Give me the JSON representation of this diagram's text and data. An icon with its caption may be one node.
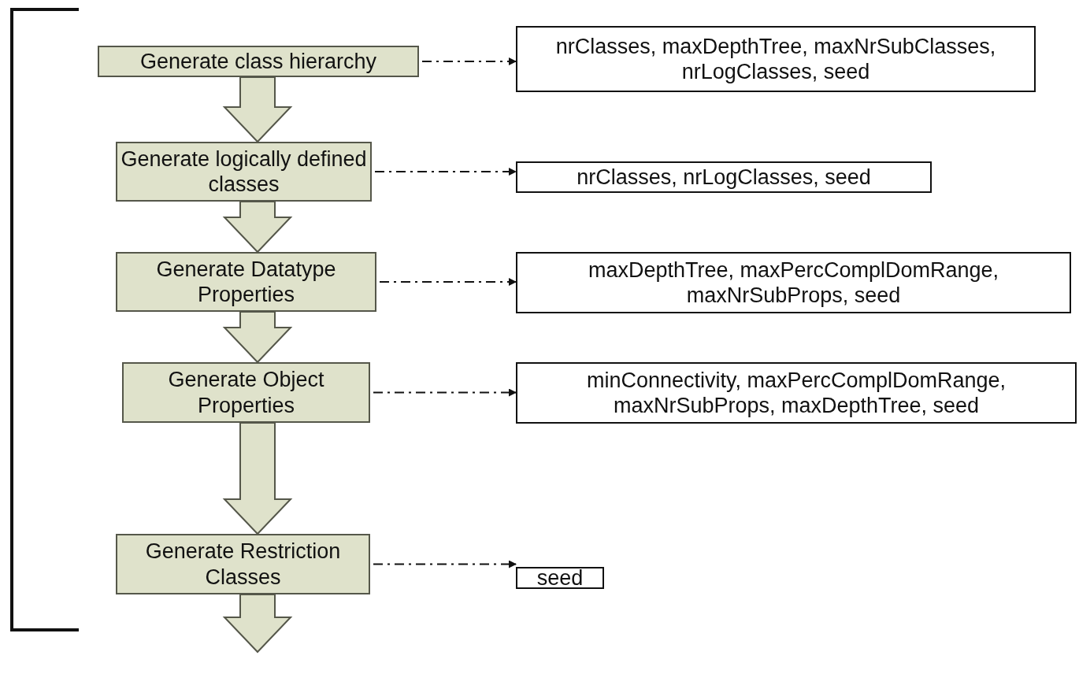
{
  "diagram": {
    "nodes": [
      {
        "text": [
          "Generate class hierarchy"
        ]
      },
      {
        "text": [
          "Generate logically defined classes"
        ]
      },
      {
        "text": [
          "Generate Datatype Properties"
        ]
      },
      {
        "text": [
          "Generate Object Properties"
        ]
      },
      {
        "text": [
          "Generate Restriction Classes"
        ]
      },
      {
        "text": [
          "nrClasses, maxDepthTree, maxNrSubClasses, nrLogClasses, seed"
        ]
      },
      {
        "text": [
          "nrClasses, nrLogClasses, seed"
        ]
      },
      {
        "text": [
          "maxDepthTree, maxPercComplDomRange, maxNrSubProps, seed"
        ]
      },
      {
        "text": [
          "minConnectivity, maxPercComplDomRange, maxNrSubProps, maxDepthTree, seed"
        ]
      },
      {
        "text": [
          "seed"
        ]
      }
    ],
    "edges": [
      {
        "from": 0,
        "to": 1,
        "arrow": "to",
        "style": "thick"
      },
      {
        "from": 1,
        "to": 2,
        "arrow": "to",
        "style": "thick"
      },
      {
        "from": 2,
        "to": 3,
        "arrow": "to",
        "style": "thick"
      },
      {
        "from": 3,
        "to": 4,
        "arrow": "to",
        "style": "thick"
      },
      {
        "from": 4,
        "to": null,
        "arrow": "to",
        "style": "thick"
      },
      {
        "from": 0,
        "to": 5,
        "arrow": "to",
        "style": "dashed"
      },
      {
        "from": 1,
        "to": 6,
        "arrow": "to",
        "style": "dashed"
      },
      {
        "from": 2,
        "to": 7,
        "arrow": "to",
        "style": "dashed"
      },
      {
        "from": 3,
        "to": 8,
        "arrow": "to",
        "style": "dashed"
      },
      {
        "from": 4,
        "to": 9,
        "arrow": "to",
        "style": "dashed"
      }
    ]
  }
}
